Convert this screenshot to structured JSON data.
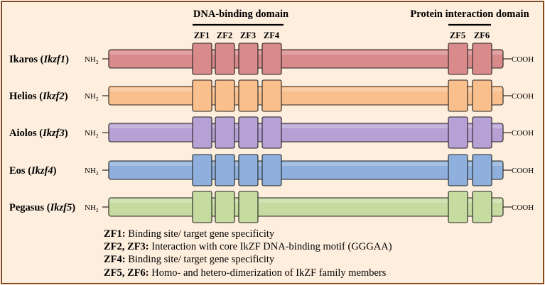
{
  "domains": {
    "dna_binding": "DNA-binding domain",
    "protein_interaction": "Protein interaction domain"
  },
  "zf_labels": [
    "ZF1",
    "ZF2",
    "ZF3",
    "ZF4",
    "ZF5",
    "ZF6"
  ],
  "terminals": {
    "n": "NH",
    "n_sub": "2",
    "c": "COOH"
  },
  "proteins": [
    {
      "name": "Ikaros",
      "gene": "Ikzf1",
      "color": "#d98a8a",
      "zfs": [
        "ZF1",
        "ZF2",
        "ZF3",
        "ZF4",
        "ZF5",
        "ZF6"
      ]
    },
    {
      "name": "Helios",
      "gene": "Ikzf2",
      "color": "#f9bf8c",
      "zfs": [
        "ZF1",
        "ZF2",
        "ZF3",
        "ZF4",
        "ZF5",
        "ZF6"
      ]
    },
    {
      "name": "Aiolos",
      "gene": "Ikzf3",
      "color": "#b7a0d4",
      "zfs": [
        "ZF1",
        "ZF2",
        "ZF3",
        "ZF4",
        "ZF5",
        "ZF6"
      ]
    },
    {
      "name": "Eos",
      "gene": "Ikzf4",
      "color": "#8fb0dc",
      "zfs": [
        "ZF1",
        "ZF2",
        "ZF3",
        "ZF4",
        "ZF5",
        "ZF6"
      ]
    },
    {
      "name": "Pegasus",
      "gene": "Ikzf5",
      "color": "#c6dba0",
      "zfs": [
        "ZF1",
        "ZF2",
        "ZF3",
        "ZF5",
        "ZF6"
      ]
    }
  ],
  "legend": [
    {
      "key": "ZF1:",
      "text": " Binding site/ target gene specificity"
    },
    {
      "key": "ZF2, ZF3:",
      "text": " Interaction with core IkZF DNA-binding motif (GGGAA)"
    },
    {
      "key": "ZF4:",
      "text": " Binding site/ target gene specificity"
    },
    {
      "key": "ZF5, ZF6:",
      "text": " Homo- and hetero-dimerization of IkZF family members"
    }
  ],
  "colors": {
    "frame_border": "#8a4a1c",
    "background": "#fdeedd"
  }
}
